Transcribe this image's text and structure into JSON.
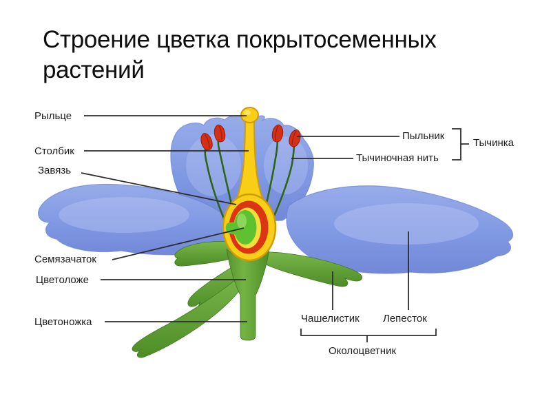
{
  "title": "Строение цветка покрытосеменных растений",
  "labels": {
    "stigma": "Рыльце",
    "style": "Столбик",
    "ovary": "Завязь",
    "ovule": "Семязачаток",
    "receptacle": "Цветоложе",
    "pedicel": "Цветоножка",
    "anther": "Пыльник",
    "filament": "Тычиночная нить",
    "stamen": "Тычинка",
    "sepal": "Чашелистик",
    "petal": "Лепесток",
    "perianth": "Околоцветник"
  },
  "colors": {
    "petal_blue": "#7f95e2",
    "petal_blue_light": "#a9bcf0",
    "sepal_green": "#5ea33a",
    "pistil_yellow": "#f9ce16",
    "anther_red": "#d33018",
    "ovary_ring_red": "#dc3513",
    "ovule_green": "#5ec230",
    "leader_line": "#2d2d2d",
    "background": "#ffffff"
  }
}
